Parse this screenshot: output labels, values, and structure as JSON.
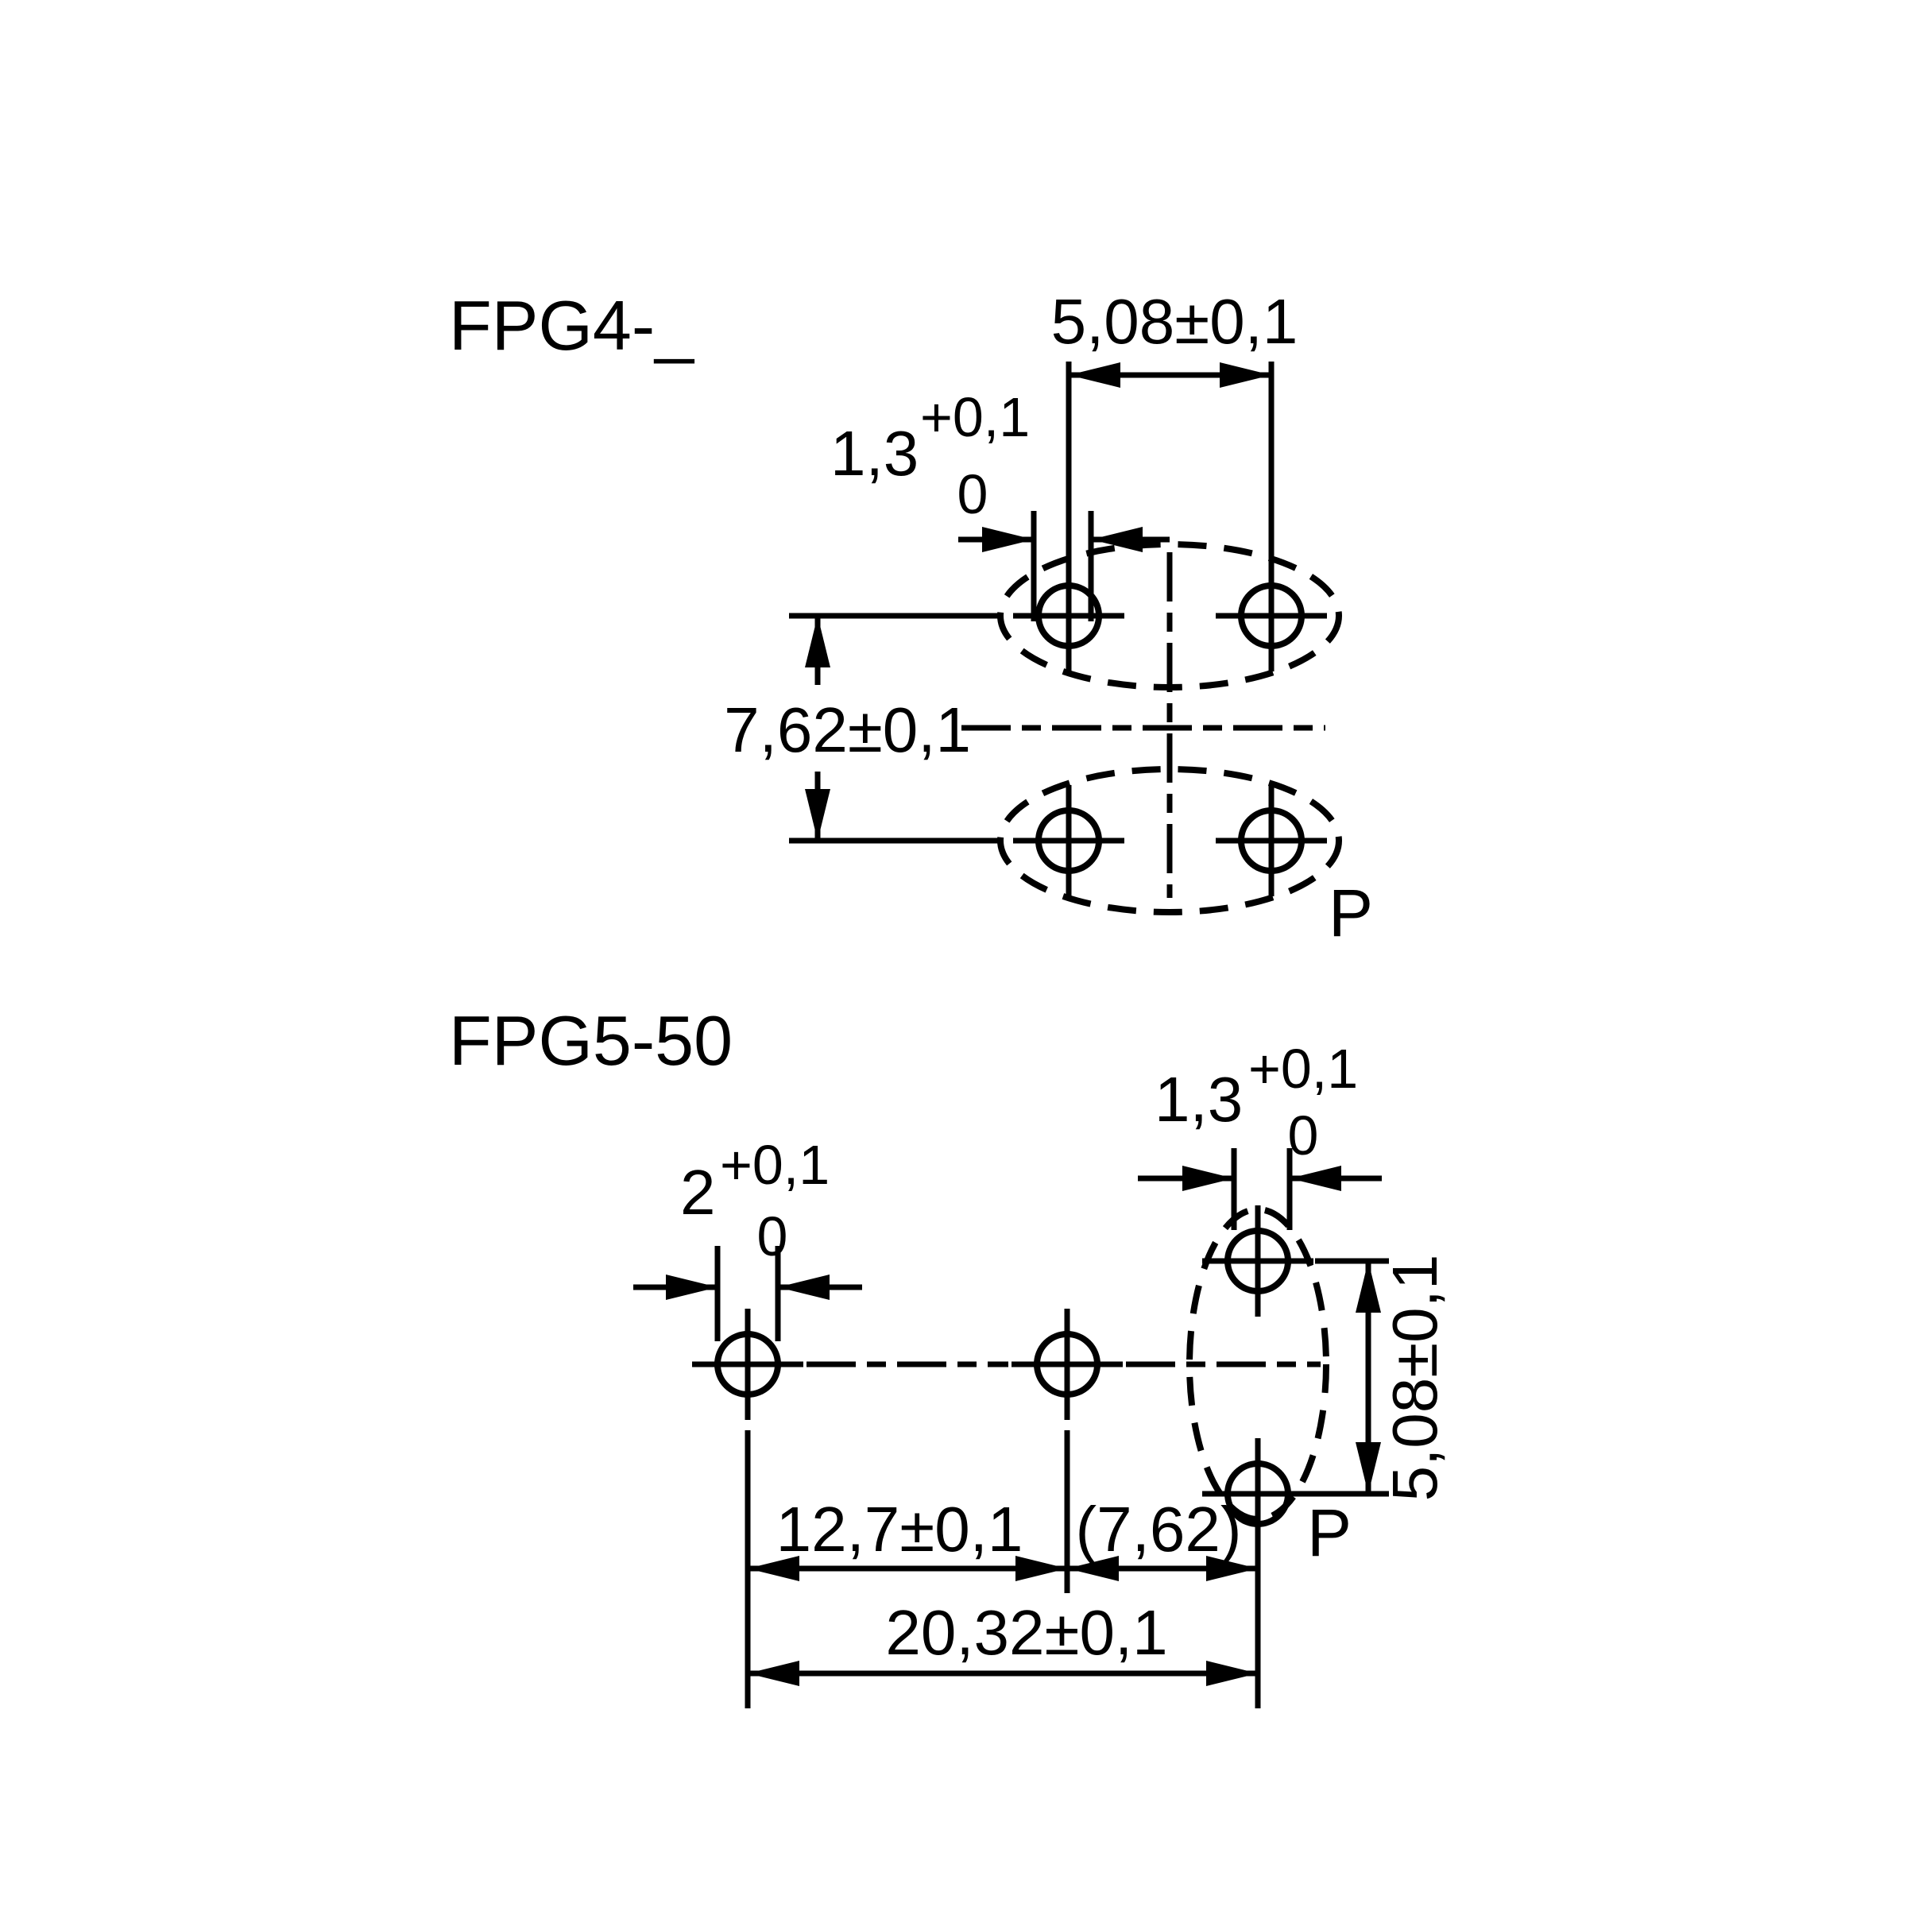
{
  "page": {
    "background_color": "#ffffff",
    "ink_color": "#000000",
    "description": "Technical hole-pattern dimension drawing for FPG4 and FPG5-50 connector footprints, dimensions in mm"
  },
  "figures": {
    "fpg4": {
      "label": "FPG4-_",
      "pin_label": "P",
      "dims": {
        "hole_pitch_x": "5,08±0,1",
        "hole_diameter": {
          "nominal": "1,3",
          "upper": "+0,1",
          "lower": "0"
        },
        "row_pitch": "7,62±0,1"
      }
    },
    "fpg5": {
      "label": "FPG5-50",
      "pin_label": "P",
      "dims": {
        "hole_diameter_small": {
          "nominal": "2",
          "upper": "+0,1",
          "lower": "0"
        },
        "hole_diameter_large": {
          "nominal": "1,3",
          "upper": "+0,1",
          "lower": "0"
        },
        "hole_pitch_y": "5,08±0,1",
        "pitch_left": "12,7±0,1",
        "pitch_right": "(7,62)",
        "overall_pitch": "20,32±0,1"
      }
    }
  }
}
